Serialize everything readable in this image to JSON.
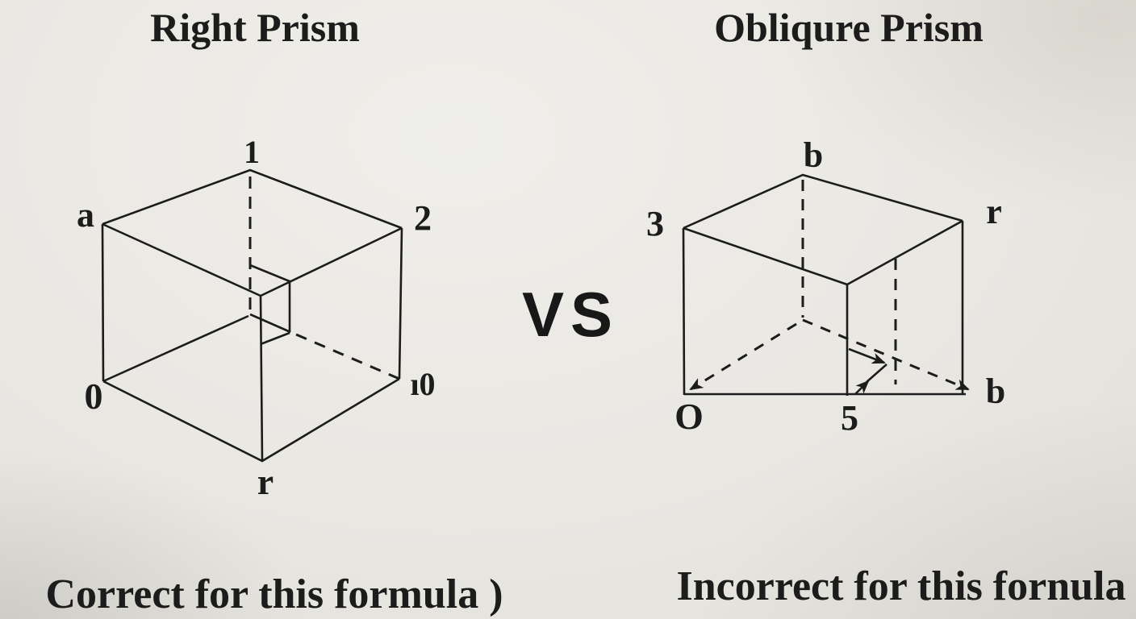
{
  "colors": {
    "paper": "#e9e7e2",
    "ink": "#1c1c1c"
  },
  "header": {
    "left_title": "Right Prism",
    "right_title": "Obliqure Prism",
    "versus": "VS"
  },
  "captions": {
    "left": "Correct for this formula )",
    "right": "Incorrect for this fornula"
  },
  "left_prism": {
    "labels": {
      "apex": "1",
      "top_left": "a",
      "top_right": "2",
      "bottom_left": "0",
      "bottom_front": "r",
      "bottom_right": "ı0"
    }
  },
  "right_prism": {
    "labels": {
      "apex": "b",
      "top_left": "3",
      "top_right": "r",
      "bottom_left": "O",
      "bottom_front": "5",
      "base_arrow": "b"
    }
  }
}
